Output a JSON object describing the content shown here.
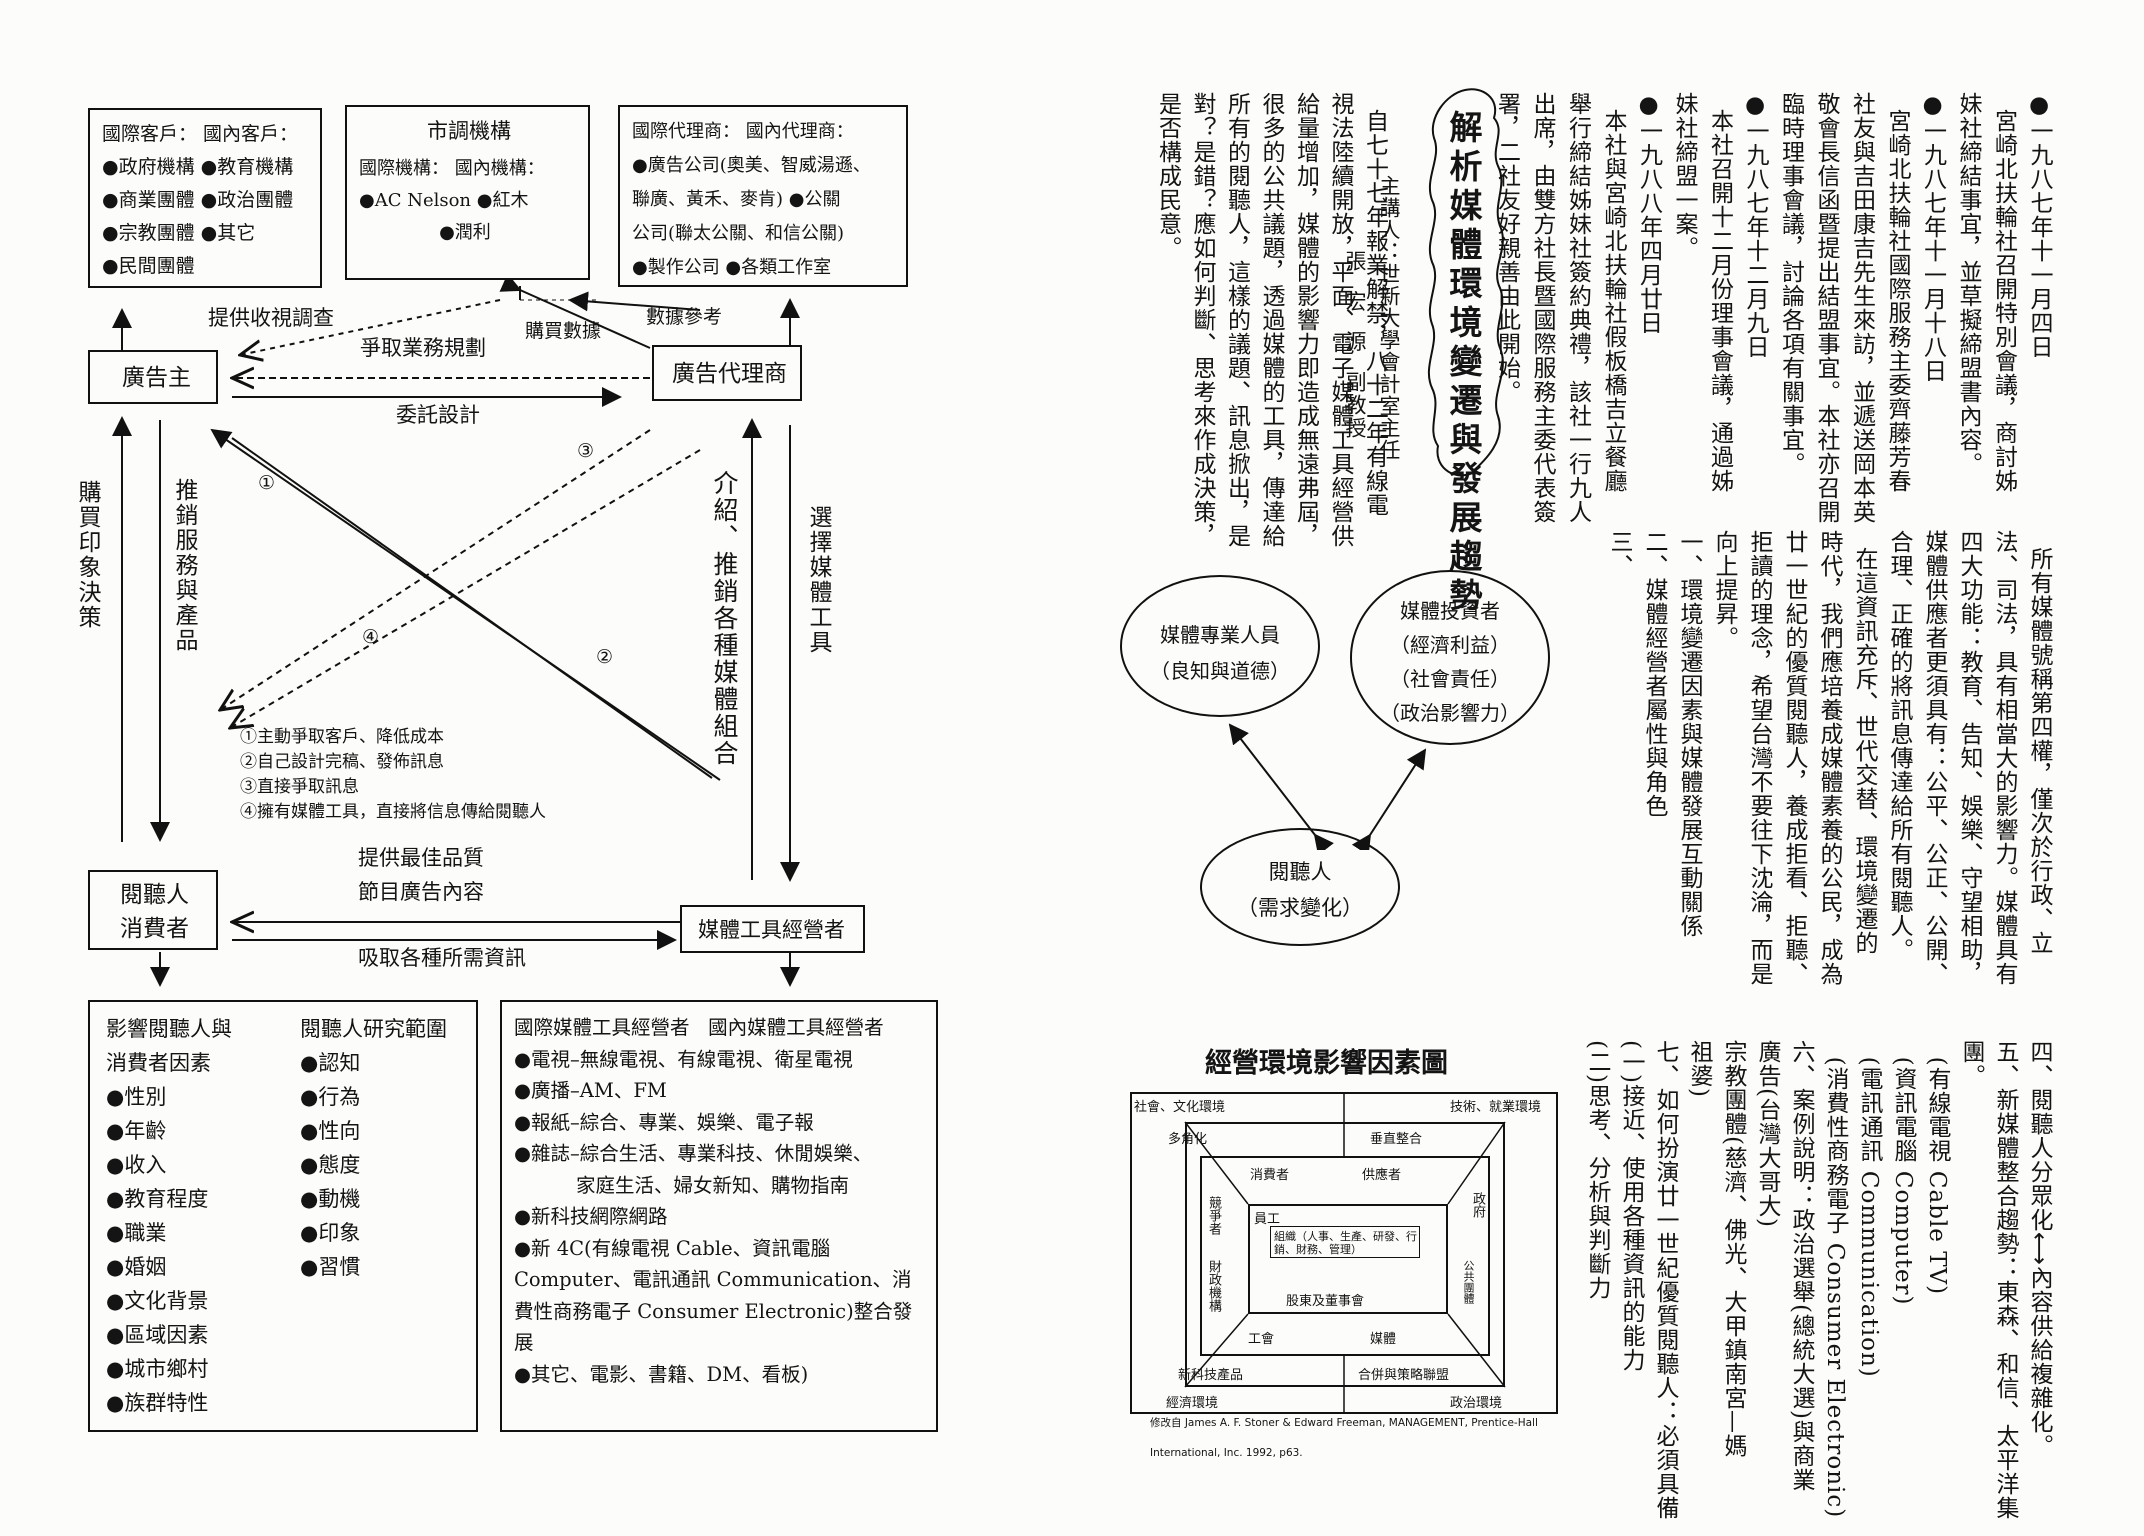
{
  "left_diagram": {
    "boxes": {
      "clients": {
        "lines": [
          "國際客戶：  國內客戶：",
          "●政府機構  ●教育機構",
          "●商業團體  ●政治團體",
          "●宗教團體  ●其它",
          "●民間團體"
        ]
      },
      "research": {
        "title": "市調機構",
        "lines": [
          "國際機構：   國內機構：",
          "●AC Nelson  ●紅木",
          "              ●潤利"
        ]
      },
      "agencies": {
        "lines": [
          "國際代理商： 國內代理商：",
          "●廣告公司(奧美、智威湯遜、",
          "聯廣、黃禾、麥肯)  ●公關",
          "公司(聯太公關、和信公關)",
          "●製作公司   ●各類工作室"
        ]
      },
      "audience_factors": {
        "lines": [
          "影響閱聽人與",
          "消費者因素",
          "●性別",
          "●年齡",
          "●收入",
          "●教育程度",
          "●職業",
          "●婚姻",
          "●文化背景",
          "●區域因素",
          "●城市鄉村",
          "●族群特性"
        ],
        "research_title": "閱聽人研究範圍",
        "research_items": [
          "●認知",
          "●行為",
          "●性向",
          "●態度",
          "●動機",
          "●印象",
          "●習慣"
        ]
      },
      "media_operators": {
        "lines": [
          "國際媒體工具經營者   國內媒體工具經營者",
          "●電視–無線電視、有線電視、衛星電視",
          "●廣播–AM、FM",
          "●報紙–綜合、專業、娛樂、電子報",
          "●雜誌–綜合生活、專業科技、休閒娛樂、",
          "          家庭生活、婦女新知、購物指南",
          "●新科技網際網路",
          "●新 4C(有線電視 Cable、資訊電腦",
          "Computer、電訊通訊 Communication、消",
          "費性商務電子 Consumer Electronic)整合發",
          "展",
          "●其它、電影、書籍、DM、看板)"
        ]
      }
    },
    "nodes": {
      "advertiser": "廣告主",
      "agency": "廣告代理商",
      "audience_l1": "閱聽人",
      "audience_l2": "消費者",
      "media_op": "媒體工具經營者"
    },
    "arrow_labels": {
      "survey": "提供收視調查",
      "buy_data": "購買數據",
      "data_ref": "數據參考",
      "strategy": "爭取業務規劃",
      "commission": "委託設計",
      "buy_decision": "購買印象決策",
      "promote": "推銷服務與產品",
      "introduce": "介紹、推銷各種媒體組合",
      "select": "選擇媒體工具",
      "quality": "提供最佳品質",
      "content": "節目廣告內容",
      "absorb": "吸取各種所需資訊",
      "n1": "①",
      "n2": "②",
      "n3": "③",
      "n4": "④"
    },
    "legend": [
      "①主動爭取客戶、降低成本",
      "②自己設計完稿、發佈訊息",
      "③直接爭取訊息",
      "④擁有媒體工具，直接將信息傳給閱聽人"
    ]
  },
  "right_page": {
    "events": [
      "●一九八七年十一月四日",
      "  宮崎北扶輪社召開特別會議，商討姊",
      "妹社締結事宜，並草擬締盟書內容。",
      "●一九八七年十一月十八日",
      "  宮崎北扶輪社國際服務主委齊藤芳春",
      "社友與吉田康吉先生來訪，並遞送岡本英",
      "敬會長信函暨提出結盟事宜。本社亦召開",
      "臨時理事會議，討論各項有關事宜。",
      "●一九八七年十二月九日",
      "  本社召開十二月份理事會議，通過姊",
      "妹社締盟一案。",
      "●一九八八年四月廿日",
      "  本社與宮崎北扶輪社假板橋吉立餐廳",
      "舉行締結姊妹社簽約典禮，該社一行九人",
      "出席，由雙方社長暨國際服務主委代表簽",
      "署，二社友好親善由此開始。"
    ],
    "article": {
      "title": "解析媒體環境變遷與發展趨勢",
      "speaker_line1": "主講人：世新大學會計室主任",
      "speaker_line2": "張  宏  源  副教授",
      "body": [
        "  自七十七年報業解禁，八十二年有線電",
        "視法陸續開放，平面、電子媒體工具經營供",
        "給量增加，媒體的影響力即造成無遠弗屆，",
        "很多的公共議題，透過媒體的工具，傳達給",
        "所有的閱聽人，這樣的議題、訊息掀出，是",
        "對？是錯？應如何判斷、思考來作成決策，",
        "是否構成民意。"
      ]
    },
    "points": [
      "  所有媒體號稱第四權，僅次於行政、立",
      "法、司法，具有相當大的影響力。媒體具有",
      "四大功能：教育、告知、娛樂、守望相助，",
      "媒體供應者更須具有：公平、公正、公開、",
      "合理、正確的將訊息傳達給所有閱聽人。",
      "  在這資訊充斥、世代交替、環境變遷的",
      "時代，我們應培養成媒體素養的公民，成為",
      "廿一世紀的優質閱聽人，養成拒看、拒聽、",
      "拒讀的理念，希望台灣不要往下沈淪，而是",
      "向上提昇。",
      "一、環境變遷因素與媒體發展互動關係",
      "二、媒體經營者屬性與角色",
      "三、"
    ],
    "points2": {
      "l1a": "四、閱聽人分眾化",
      "l1b": "內容供給複雜化。",
      "rest": [
        "五、新媒體整合趨勢：東森、和信、太平洋集",
        "團。",
        "  (有線電視 Cable TV)",
        "  (資訊電腦 Computer)",
        "  (電訊通訊 Communication)",
        "  (消費性商務電子 Consumer Electronic)",
        "六、案例說明：政治選舉(總統大選)與商業",
        "廣告(台灣大哥大)",
        "宗教團體(慈濟、佛光、大甲鎮南宮—媽",
        "祖婆)",
        "七、如何扮演廿一世紀優質閱聽人：必須具備",
        "(一)接近、使用各種資訊的能力",
        "(二)思考、分析與判斷力"
      ]
    },
    "ellipses": {
      "professionals": [
        "媒體專業人員",
        "（良知與道德）"
      ],
      "investors": [
        "媒體投資者",
        "（經濟利益）",
        "（社會責任）",
        "（政治影響力）"
      ],
      "audience": [
        "閱聽人",
        "（需求變化）"
      ]
    },
    "figure": {
      "title": "經營環境影響因素圖",
      "outer": [
        "社會、文化環境",
        "技術、就業環境",
        "經濟環境",
        "政治環境"
      ],
      "middle": [
        "多角化",
        "垂直整合",
        "新科技產品",
        "合併與策略聯盟"
      ],
      "inner": [
        "消費者",
        "供應者",
        "競爭者",
        "政府",
        "財政機構",
        "公共團體",
        "工會",
        "媒體"
      ],
      "core": [
        "員工",
        "股東及董事會"
      ],
      "center": "組織（人事、生產、研發、行銷、財務、管理）",
      "source_line1": "修改自 James A. F. Stoner  &  Edward Freeman, MANAGEMENT, Prentice-Hall",
      "source_line2": "International, Inc. 1992, p63."
    }
  }
}
